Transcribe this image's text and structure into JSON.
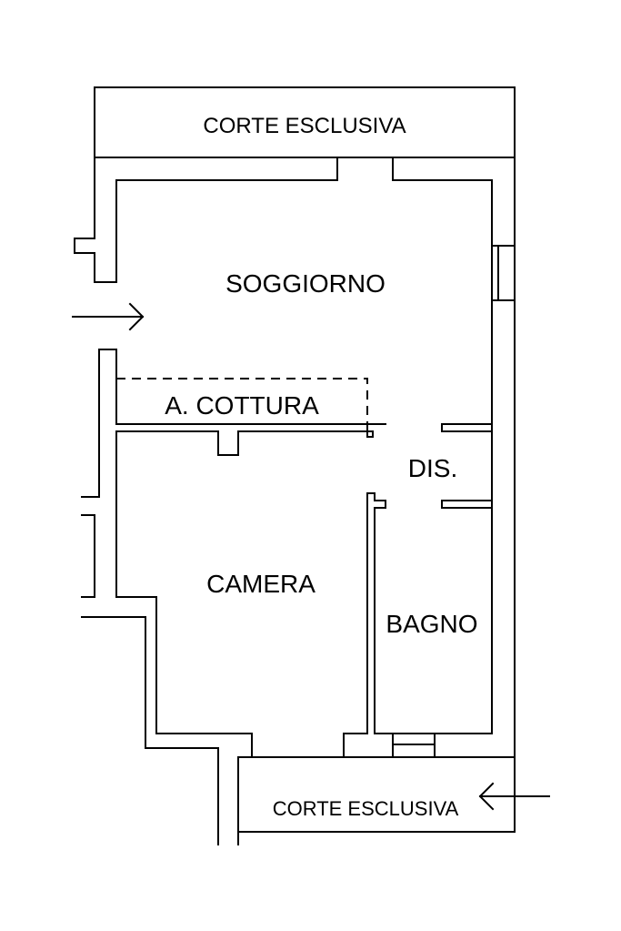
{
  "labels": {
    "corte_top": "CORTE ESCLUSIVA",
    "soggiorno": "SOGGIORNO",
    "cottura": "A. COTTURA",
    "dis": "DIS.",
    "camera": "CAMERA",
    "bagno": "BAGNO",
    "corte_bottom": "CORTE ESCLUSIVA"
  },
  "colors": {
    "background": "#ffffff",
    "ink": "#000000"
  },
  "icons": [
    "entrance-arrow-icon",
    "entrance-arrow-icon"
  ]
}
